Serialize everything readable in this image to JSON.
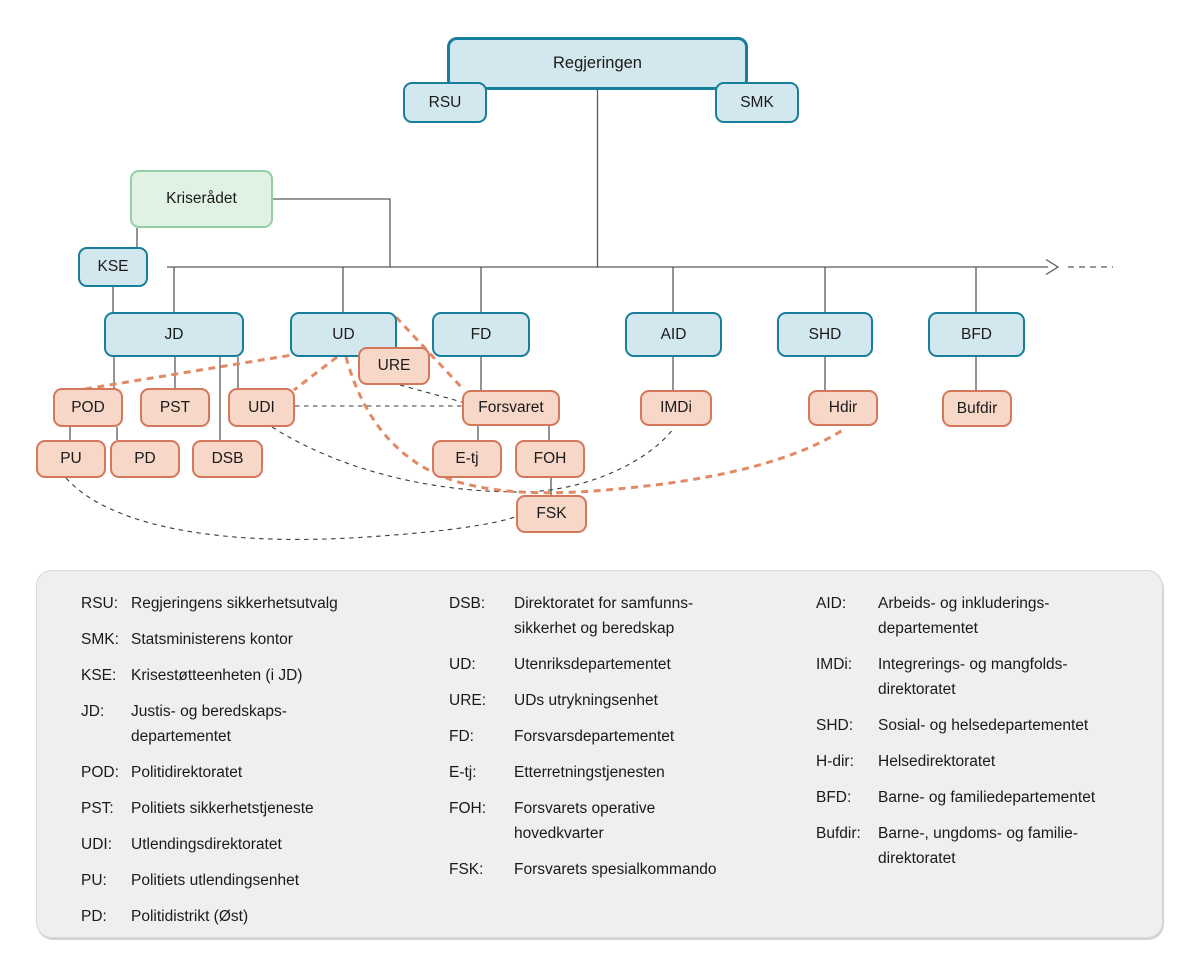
{
  "diagram": {
    "nodes": {
      "regjeringen": {
        "label": "Regjeringen"
      },
      "rsu": {
        "label": "RSU"
      },
      "smk": {
        "label": "SMK"
      },
      "kriseradet": {
        "label": "Kriserådet"
      },
      "kse": {
        "label": "KSE"
      },
      "jd": {
        "label": "JD"
      },
      "ud": {
        "label": "UD"
      },
      "fd": {
        "label": "FD"
      },
      "aid": {
        "label": "AID"
      },
      "shd": {
        "label": "SHD"
      },
      "bfd": {
        "label": "BFD"
      },
      "pod": {
        "label": "POD"
      },
      "pst": {
        "label": "PST"
      },
      "udi": {
        "label": "UDI"
      },
      "ure": {
        "label": "URE"
      },
      "forsvaret": {
        "label": "Forsvaret"
      },
      "imdi": {
        "label": "IMDi"
      },
      "hdir": {
        "label": "Hdir"
      },
      "bufdir": {
        "label": "Bufdir"
      },
      "pu": {
        "label": "PU"
      },
      "pd": {
        "label": "PD"
      },
      "dsb": {
        "label": "DSB"
      },
      "etj": {
        "label": "E-tj"
      },
      "foh": {
        "label": "FOH"
      },
      "fsk": {
        "label": "FSK"
      }
    },
    "colors": {
      "department_fill": "#d3e8ee",
      "department_border": "#177e9b",
      "council_fill": "#dff2e3",
      "council_border": "#93cfa4",
      "agency_fill": "#f7d7c7",
      "agency_border": "#d3785a",
      "solid_line": "#58595b",
      "dashed_line": "#3a3a3a",
      "accent_dashed_line": "#e08a66",
      "legend_background": "#efefef"
    }
  },
  "legend": {
    "columns": [
      {
        "entries": [
          {
            "abbr": "RSU:",
            "text": "Regjeringens sikkerhetsutvalg"
          },
          {
            "abbr": "SMK:",
            "text": "Statsministerens kontor"
          },
          {
            "abbr": "KSE:",
            "text": "Krisestøtteenheten (i JD)"
          },
          {
            "abbr": "JD:",
            "text": "Justis- og beredskaps-\ndepartementet"
          },
          {
            "abbr": "POD:",
            "text": "Politidirektoratet"
          },
          {
            "abbr": "PST:",
            "text": "Politiets sikkerhetstjeneste"
          },
          {
            "abbr": "UDI:",
            "text": "Utlendingsdirektoratet"
          },
          {
            "abbr": "PU:",
            "text": "Politiets utlendingsenhet"
          },
          {
            "abbr": "PD:",
            "text": "Politidistrikt (Øst)"
          }
        ]
      },
      {
        "entries": [
          {
            "abbr": "DSB:",
            "text": "Direktoratet for samfunns-\nsikkerhet og beredskap"
          },
          {
            "abbr": "UD:",
            "text": "Utenriksdepartementet"
          },
          {
            "abbr": "URE:",
            "text": "UDs utrykningsenhet"
          },
          {
            "abbr": "FD:",
            "text": "Forsvarsdepartementet"
          },
          {
            "abbr": "E-tj:",
            "text": "Etterretningstjenesten"
          },
          {
            "abbr": "FOH:",
            "text": "Forsvarets operative\nhovedkvarter"
          },
          {
            "abbr": "FSK:",
            "text": "Forsvarets spesialkommando"
          }
        ]
      },
      {
        "entries": [
          {
            "abbr": "AID:",
            "text": "Arbeids- og inkluderings-\ndepartementet"
          },
          {
            "abbr": "IMDi:",
            "text": "Integrerings- og mangfolds-\ndirektoratet"
          },
          {
            "abbr": "SHD:",
            "text": "Sosial- og helsedepartementet"
          },
          {
            "abbr": "H-dir:",
            "text": "Helsedirektoratet"
          },
          {
            "abbr": "BFD:",
            "text": "Barne- og familiedepartementet"
          },
          {
            "abbr": "Bufdir:",
            "text": "Barne-, ungdoms- og familie-\ndirektoratet"
          }
        ]
      }
    ]
  }
}
